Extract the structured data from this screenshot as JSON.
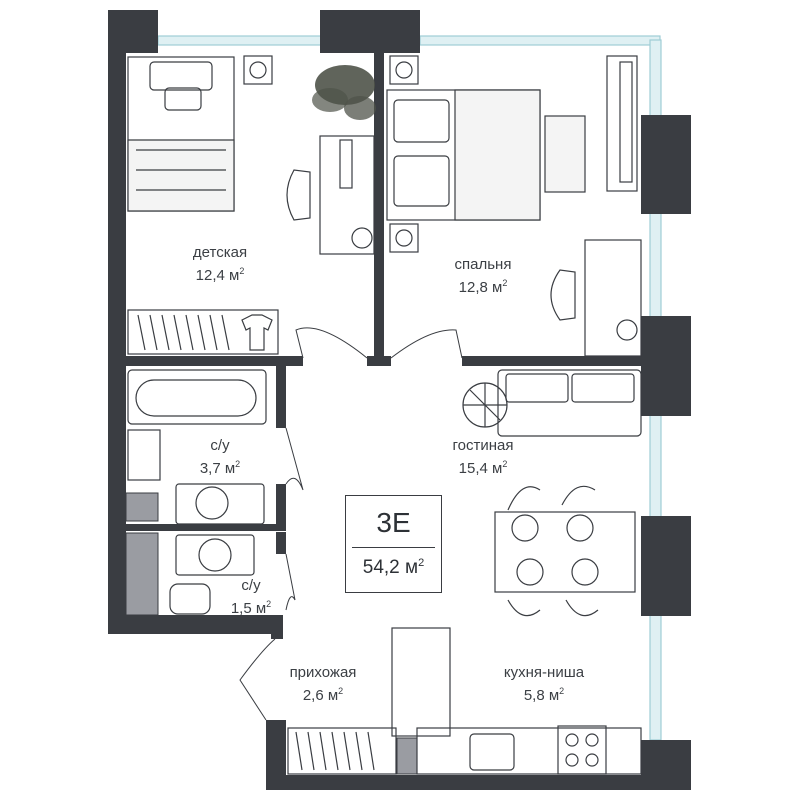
{
  "plan": {
    "apartment_type": "3E",
    "total_area": "54,2",
    "unit": "м",
    "unit_power": "2",
    "rooms": [
      {
        "id": "detskaya",
        "name": "детская",
        "area": "12,4"
      },
      {
        "id": "spalnya",
        "name": "спальня",
        "area": "12,8"
      },
      {
        "id": "gostinaya",
        "name": "гостиная",
        "area": "15,4"
      },
      {
        "id": "su1",
        "name": "с/у",
        "area": "3,7"
      },
      {
        "id": "su2",
        "name": "с/у",
        "area": "1,5"
      },
      {
        "id": "prihozhaya",
        "name": "прихожая",
        "area": "2,6"
      },
      {
        "id": "kuhnya",
        "name": "кухня-ниша",
        "area": "5,8"
      }
    ]
  },
  "colors": {
    "wall": "#3a3d42",
    "window": "#cfe8ec",
    "fixture_line": "#3a3d42",
    "gray_block": "#9a9ca2",
    "plant": "#4f5349"
  }
}
